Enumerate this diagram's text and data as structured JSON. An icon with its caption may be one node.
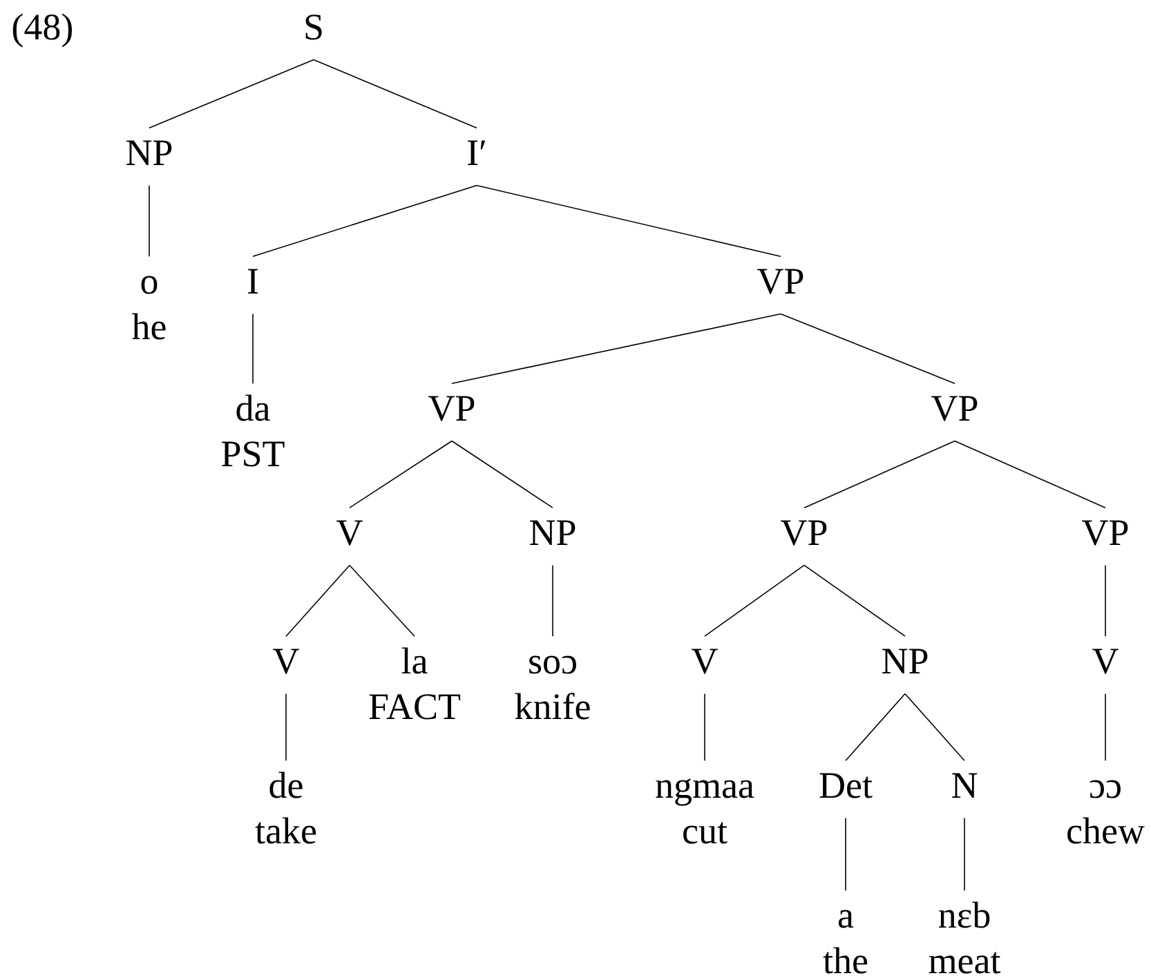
{
  "diagram": {
    "nodes": [
      {
        "text": [
          "S"
        ]
      },
      {
        "text": [
          "NP"
        ]
      },
      {
        "text": [
          "I′"
        ]
      },
      {
        "text": [
          "o",
          "he"
        ]
      },
      {
        "text": [
          "I"
        ]
      },
      {
        "text": [
          "VP"
        ]
      },
      {
        "text": [
          "da",
          "PST"
        ]
      },
      {
        "text": [
          "VP"
        ]
      },
      {
        "text": [
          "VP"
        ]
      },
      {
        "text": [
          "V"
        ]
      },
      {
        "text": [
          "NP"
        ]
      },
      {
        "text": [
          "VP"
        ]
      },
      {
        "text": [
          "VP"
        ]
      },
      {
        "text": [
          "V"
        ]
      },
      {
        "text": [
          "la",
          "FACT"
        ]
      },
      {
        "text": [
          "soɔ",
          "knife"
        ]
      },
      {
        "text": [
          "V"
        ]
      },
      {
        "text": [
          "NP"
        ]
      },
      {
        "text": [
          "V"
        ]
      },
      {
        "text": [
          "de",
          "take"
        ]
      },
      {
        "text": [
          "ngmaa",
          "cut"
        ]
      },
      {
        "text": [
          "Det"
        ]
      },
      {
        "text": [
          "N"
        ]
      },
      {
        "text": [
          "ɔɔ",
          "chew"
        ]
      },
      {
        "text": [
          "a",
          "the"
        ]
      },
      {
        "text": [
          "nɛb",
          "meat"
        ]
      }
    ],
    "edges": [
      {
        "from": 0,
        "to": 1,
        "arrow": "none"
      },
      {
        "from": 0,
        "to": 2,
        "arrow": "none"
      },
      {
        "from": 1,
        "to": 3,
        "arrow": "none"
      },
      {
        "from": 2,
        "to": 4,
        "arrow": "none"
      },
      {
        "from": 2,
        "to": 5,
        "arrow": "none"
      },
      {
        "from": 4,
        "to": 6,
        "arrow": "none"
      },
      {
        "from": 5,
        "to": 7,
        "arrow": "none"
      },
      {
        "from": 5,
        "to": 8,
        "arrow": "none"
      },
      {
        "from": 7,
        "to": 9,
        "arrow": "none"
      },
      {
        "from": 7,
        "to": 10,
        "arrow": "none"
      },
      {
        "from": 8,
        "to": 11,
        "arrow": "none"
      },
      {
        "from": 8,
        "to": 12,
        "arrow": "none"
      },
      {
        "from": 9,
        "to": 13,
        "arrow": "none"
      },
      {
        "from": 9,
        "to": 14,
        "arrow": "none"
      },
      {
        "from": 10,
        "to": 15,
        "arrow": "none"
      },
      {
        "from": 11,
        "to": 16,
        "arrow": "none"
      },
      {
        "from": 11,
        "to": 17,
        "arrow": "none"
      },
      {
        "from": 12,
        "to": 18,
        "arrow": "none"
      },
      {
        "from": 13,
        "to": 19,
        "arrow": "none"
      },
      {
        "from": 16,
        "to": 20,
        "arrow": "none"
      },
      {
        "from": 17,
        "to": 21,
        "arrow": "none"
      },
      {
        "from": 17,
        "to": 22,
        "arrow": "none"
      },
      {
        "from": 18,
        "to": 23,
        "arrow": "none"
      },
      {
        "from": 21,
        "to": 24,
        "arrow": "none"
      },
      {
        "from": 22,
        "to": 25,
        "arrow": "none"
      }
    ],
    "labels": [
      "(48)"
    ]
  }
}
